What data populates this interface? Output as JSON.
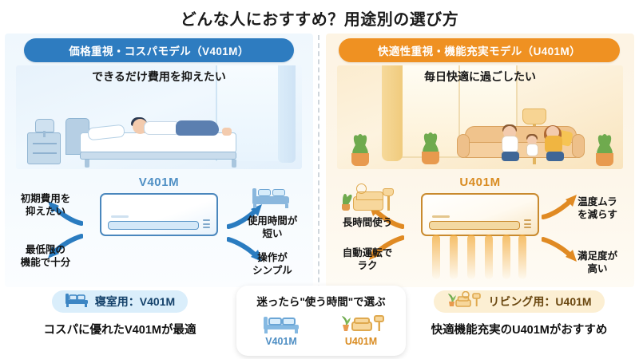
{
  "page": {
    "title": "どんな人におすすめ？用途別の選び方",
    "background": "#ffffff"
  },
  "colors": {
    "left_accent": "#2e7cc0",
    "right_accent": "#ef9122",
    "left_model_text": "#4f8fc4",
    "right_model_text": "#d98c22",
    "left_panel_bg": "#eff7fd",
    "right_panel_bg": "#fdf4e4",
    "left_tag_bg": "#daeefb",
    "right_tag_bg": "#fcefd3",
    "divider": "#cfd6dc"
  },
  "left_panel": {
    "pill_label": "価格重視・コスパモデル（V401M）",
    "subtitle": "できるだけ費用を抑えたい",
    "scene_alt": "ベッドで横になる男性のイラスト",
    "model_label": "V401M",
    "callouts": {
      "top_left": "初期費用を\n抑えたい",
      "bottom_left": "最低限の\n機能で十分",
      "top_right": "使用時間が\n短い",
      "bottom_right": "操作が\nシンプル"
    },
    "callout_icon": "bed-icon",
    "summary": {
      "tag_icon": "bed-icon",
      "tag_label": "寝室用：V401M",
      "text": "コスパに優れたV401Mが最適"
    }
  },
  "right_panel": {
    "pill_label": "快適性重視・機能充実モデル（U401M）",
    "subtitle": "毎日快適に過ごしたい",
    "scene_alt": "ソファでくつろぐ家族のイラスト",
    "model_label": "U401M",
    "callouts": {
      "top_left": "長時間使う",
      "bottom_left": "自動運転で\nラク",
      "top_right": "温度ムラ\nを減らす",
      "bottom_right": "満足度が\n高い"
    },
    "callout_icon": "living-room-icon",
    "summary": {
      "tag_icon": "living-room-icon",
      "tag_label": "リビング用：U401M",
      "text": "快適機能充実のU401Mがおすすめ"
    }
  },
  "middle_card": {
    "title": "迷ったら\"使う時間\"で選ぶ",
    "options": [
      {
        "icon": "bed-icon",
        "label": "V401M"
      },
      {
        "icon": "living-room-icon",
        "label": "U401M"
      }
    ]
  }
}
